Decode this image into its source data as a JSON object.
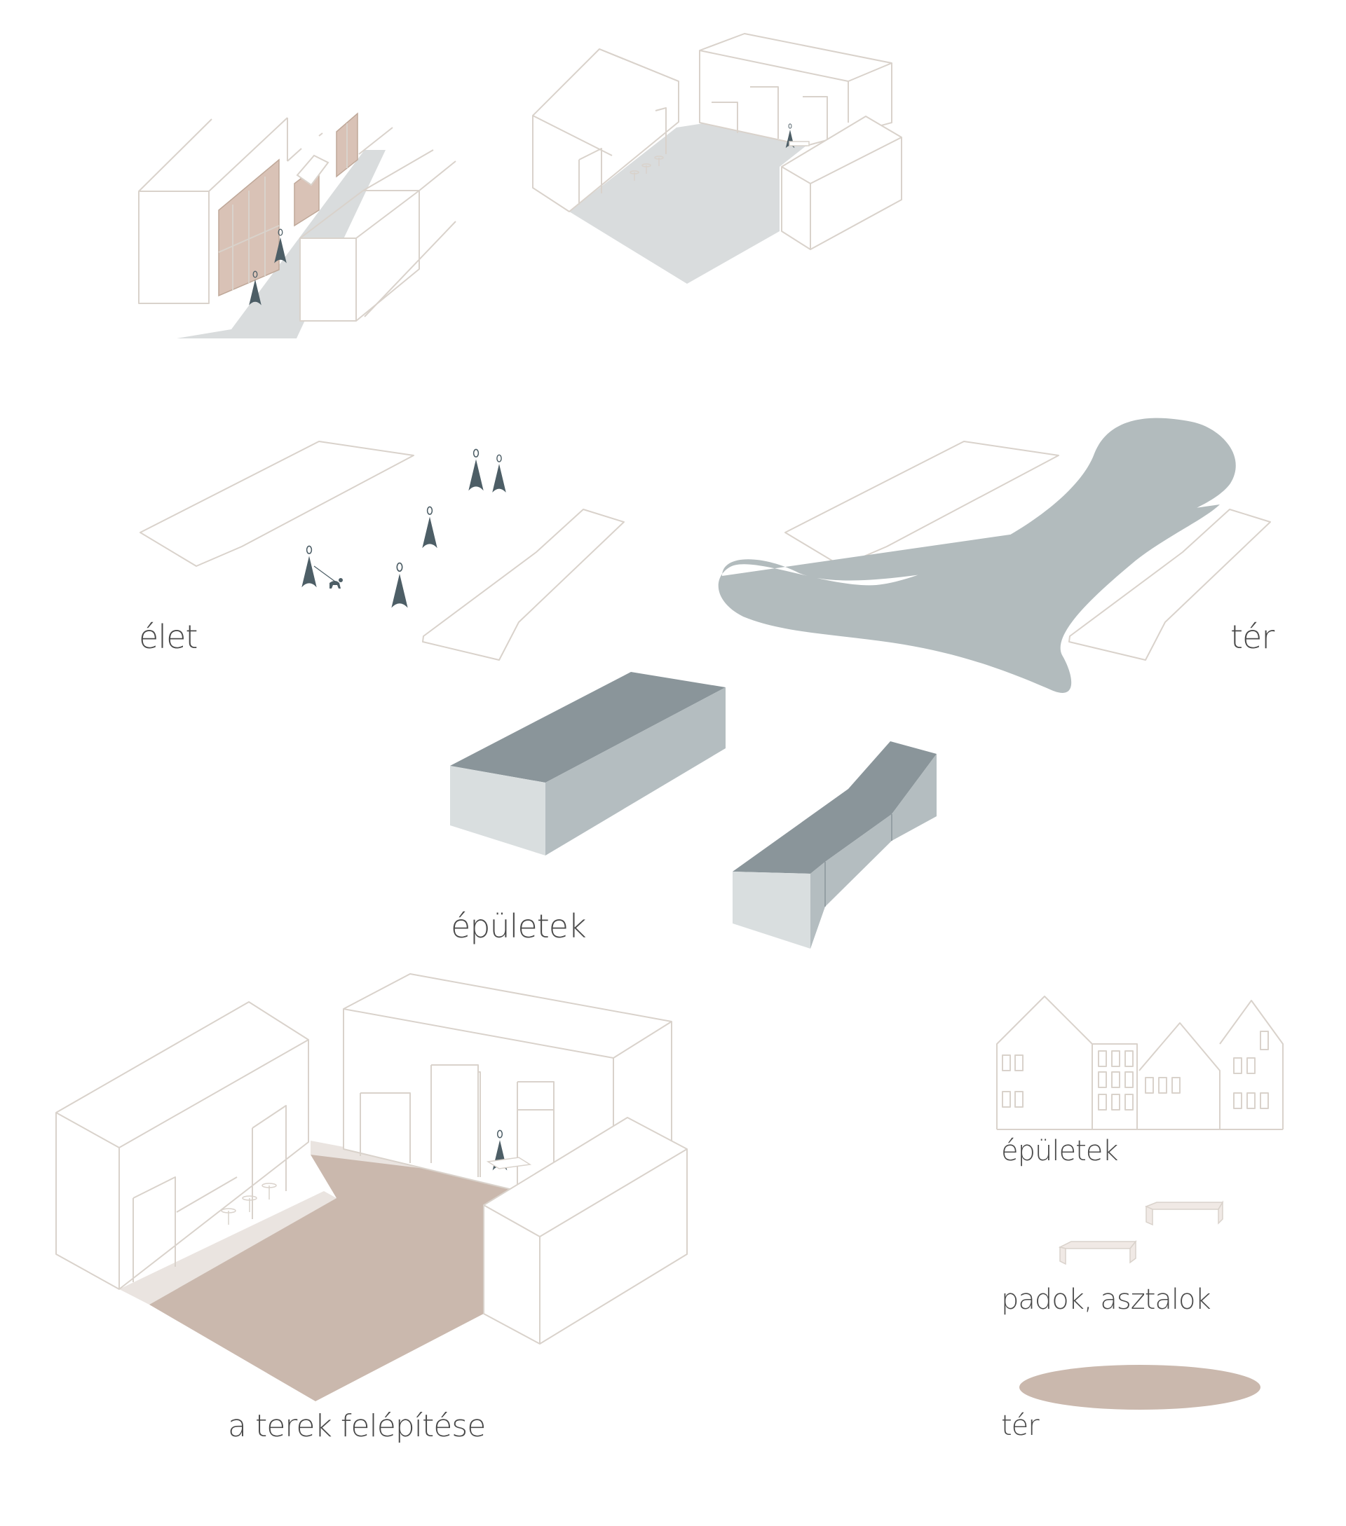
{
  "labels": {
    "life": "élet",
    "space": "tér",
    "buildings": "épületek",
    "composition": "a terek felépítése"
  },
  "legend": {
    "buildings": "épületek",
    "benches": "padok, asztalok",
    "space": "tér"
  },
  "colors": {
    "outline": "#d9d2cb",
    "pavement_grey": "#d9dcdd",
    "space_blob": "#b2bbbd",
    "building_top": "#8a959a",
    "building_side": "#b4bdc0",
    "building_front": "#d9dedf",
    "figure": "#4d5e66",
    "square_fill": "#cab8ad",
    "facade_fill": "#d9c2b6",
    "bench_fill": "#f0e9e5"
  }
}
